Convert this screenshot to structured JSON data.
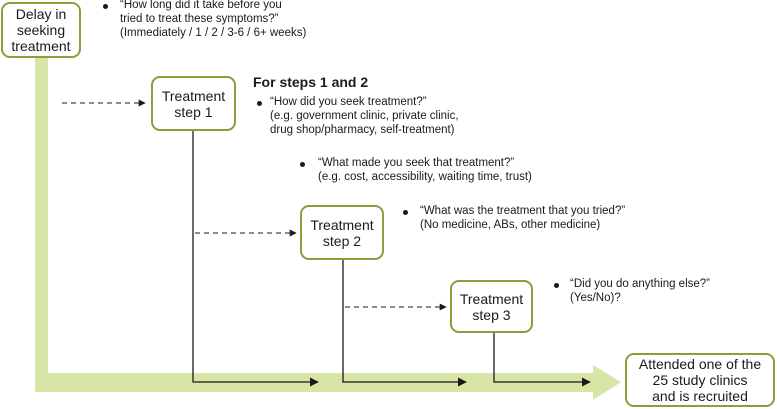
{
  "diagram": {
    "colors": {
      "accent_green": "#d7e6a6",
      "box_border": "#86a03c",
      "line": "#1a1a1a"
    },
    "delay_box": {
      "lines": [
        "Delay in",
        "seeking",
        "treatment"
      ]
    },
    "step1_box": {
      "lines": [
        "Treatment",
        "step 1"
      ]
    },
    "step2_box": {
      "lines": [
        "Treatment",
        "step 2"
      ]
    },
    "step3_box": {
      "lines": [
        "Treatment",
        "step 3"
      ]
    },
    "end_box": {
      "lines": [
        "Attended one of the",
        "25 study clinics",
        "and is recruited"
      ]
    },
    "heading": "For steps 1 and 2",
    "questions": {
      "delay": {
        "lines": [
          "“How long did it take before you",
          "tried to treat these symptoms?”",
          "(Immediately / 1 / 2 / 3-6 / 6+ weeks)"
        ]
      },
      "how_seek": {
        "lines": [
          "“How did you seek treatment?”",
          "(e.g. government clinic, private clinic,",
          "drug shop/pharmacy, self-treatment)"
        ]
      },
      "what_made": {
        "lines": [
          "“What made you seek that treatment?”",
          "(e.g. cost, accessibility, waiting time, trust)"
        ]
      },
      "what_treatment": {
        "lines": [
          "“What was the treatment that you tried?”",
          "(No medicine, ABs, other medicine)"
        ]
      },
      "anything_else": {
        "lines": [
          "“Did you do anything else?”",
          "(Yes/No)?"
        ]
      }
    }
  }
}
